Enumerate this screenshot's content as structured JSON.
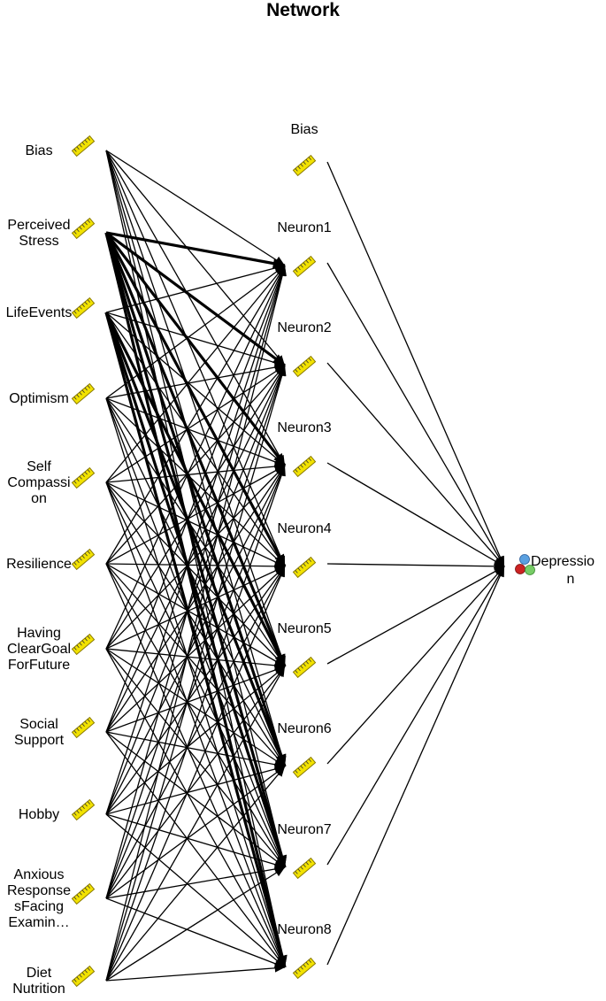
{
  "title": "Network",
  "input_nodes": [
    {
      "label_lines": [
        "Bias"
      ],
      "icon": "ruler-icon"
    },
    {
      "label_lines": [
        "Perceived",
        "Stress"
      ],
      "icon": "ruler-icon"
    },
    {
      "label_lines": [
        "LifeEvents"
      ],
      "icon": "ruler-icon"
    },
    {
      "label_lines": [
        "Optimism"
      ],
      "icon": "ruler-icon"
    },
    {
      "label_lines": [
        "Self",
        "Compassi",
        "on"
      ],
      "icon": "ruler-icon"
    },
    {
      "label_lines": [
        "Resilience"
      ],
      "icon": "ruler-icon"
    },
    {
      "label_lines": [
        "Having",
        "ClearGoal",
        "ForFuture"
      ],
      "icon": "ruler-icon"
    },
    {
      "label_lines": [
        "Social",
        "Support"
      ],
      "icon": "ruler-icon"
    },
    {
      "label_lines": [
        "Hobby"
      ],
      "icon": "ruler-icon"
    },
    {
      "label_lines": [
        "Anxious",
        "Response",
        "sFacing",
        "Examin…"
      ],
      "icon": "ruler-icon"
    },
    {
      "label_lines": [
        "Diet",
        "Nutrition"
      ],
      "icon": "ruler-icon"
    }
  ],
  "hidden_nodes": [
    {
      "label": "Bias",
      "icon": "ruler-icon"
    },
    {
      "label": "Neuron1",
      "icon": "ruler-icon"
    },
    {
      "label": "Neuron2",
      "icon": "ruler-icon"
    },
    {
      "label": "Neuron3",
      "icon": "ruler-icon"
    },
    {
      "label": "Neuron4",
      "icon": "ruler-icon"
    },
    {
      "label": "Neuron5",
      "icon": "ruler-icon"
    },
    {
      "label": "Neuron6",
      "icon": "ruler-icon"
    },
    {
      "label": "Neuron7",
      "icon": "ruler-icon"
    },
    {
      "label": "Neuron8",
      "icon": "ruler-icon"
    }
  ],
  "output_node": {
    "label_lines": [
      "Depressio",
      "n"
    ],
    "icon": "nominal-measure-icon"
  },
  "thick_connections": [
    [
      1,
      1
    ],
    [
      1,
      2
    ],
    [
      1,
      3
    ],
    [
      1,
      4
    ],
    [
      1,
      5
    ],
    [
      1,
      6
    ],
    [
      1,
      7
    ],
    [
      1,
      8
    ],
    [
      2,
      5
    ],
    [
      2,
      6
    ],
    [
      2,
      7
    ],
    [
      2,
      8
    ]
  ],
  "colors": {
    "line": "#000000",
    "ruler": "#f2e200",
    "ruler_border": "#8a7a00",
    "output_red": "#cc2222",
    "output_blue": "#5aa0e0",
    "output_green": "#77cc66"
  }
}
